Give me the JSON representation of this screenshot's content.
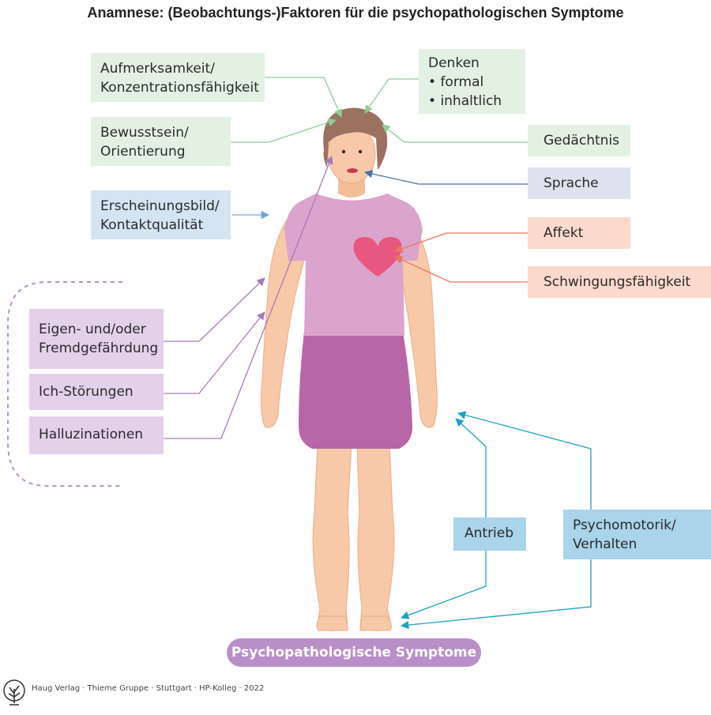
{
  "title": "Anamnese: (Beobachtungs-)Faktoren für die psychopathologischen Symptome",
  "boxes": {
    "aufmerksamkeit": [
      "Aufmerksamkeit/",
      "Konzentrationsfähigkeit"
    ],
    "denken": {
      "head": "Denken",
      "items": [
        "formal",
        "inhaltlich"
      ]
    },
    "bewusstsein": [
      "Bewusstsein/",
      "Orientierung"
    ],
    "gedaechtnis": "Gedächtnis",
    "sprache": "Sprache",
    "erscheinungsbild": [
      "Erscheinungsbild/",
      "Kontaktqualität"
    ],
    "affekt": "Affekt",
    "schwingungsfaehigkeit": "Schwingungsfähigkeit",
    "gefaehrdung": [
      "Eigen- und/oder",
      "Fremdgefährdung"
    ],
    "ich_stoerungen": "Ich-Störungen",
    "halluzinationen": "Halluzinationen",
    "antrieb": "Antrieb",
    "psychomotorik": [
      "Psychomotorik/",
      "Verhalten"
    ]
  },
  "bottom_label": "Psychopathologische Symptome",
  "footer": "Haug Verlag · Thieme Gruppe · Stuttgart · HP-Kolleg · 2022",
  "colors": {
    "green_arrow": "#8fcc98",
    "blue_arrow": "#4a72a6",
    "light_blue_arrow": "#6aa8d8",
    "orange_arrow": "#e8785a",
    "purple_arrow": "#a77ab8",
    "teal_arrow": "#1ea0c4",
    "skin": "#f7c9a8",
    "shirt": "#dba4cc",
    "skirt": "#b766a8",
    "heart": "#e8577f",
    "hair": "#9b7160"
  },
  "icons": [
    "publisher-tree-logo"
  ]
}
